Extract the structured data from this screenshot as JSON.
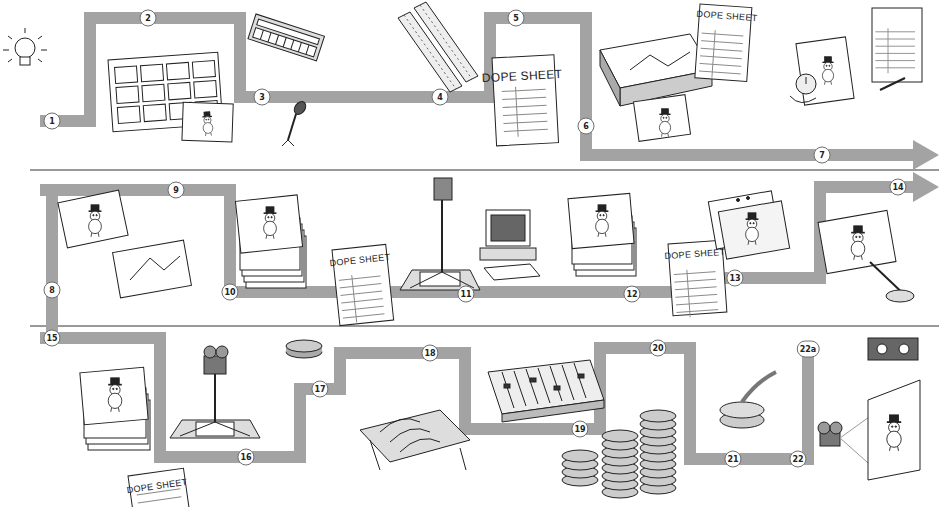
{
  "diagram": {
    "labels": [
      "1",
      "2",
      "3",
      "4",
      "5",
      "DOPE SHEET",
      "6",
      "DOPE SHEET",
      "7",
      "8",
      "9",
      "10",
      "DOPE SHEET",
      "11",
      "12",
      "DOPE SHEET",
      "13",
      "14",
      "15",
      "DOPE SHEET",
      "16",
      "17",
      "18",
      "19",
      "20",
      "21",
      "22a",
      "22"
    ]
  }
}
